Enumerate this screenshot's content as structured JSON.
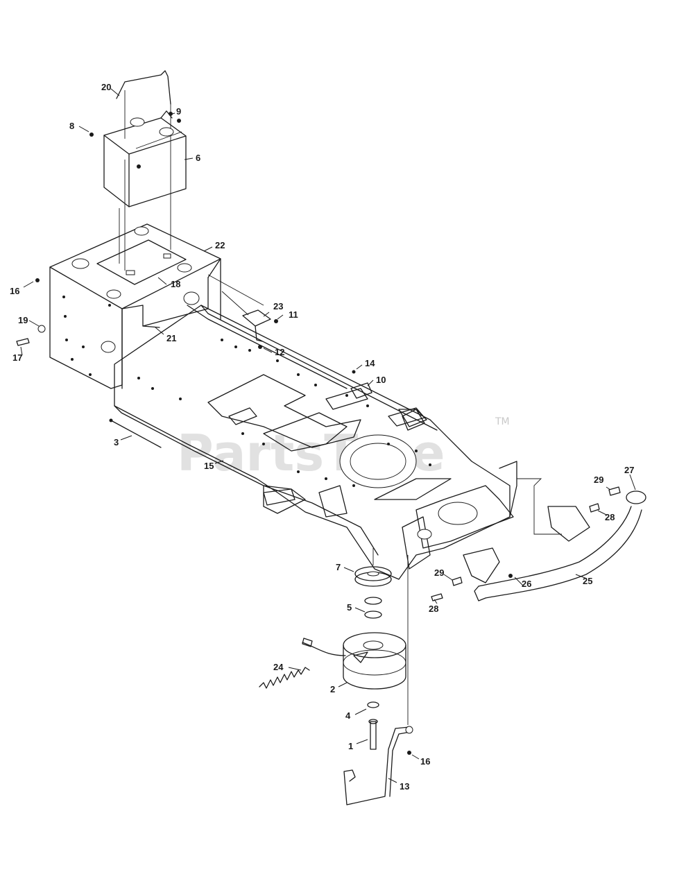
{
  "watermark": {
    "text": "PartsTree",
    "trademark": "TM"
  },
  "callouts": {
    "c1": "1",
    "c2": "2",
    "c3": "3",
    "c4": "4",
    "c5": "5",
    "c6": "6",
    "c7": "7",
    "c8": "8",
    "c9": "9",
    "c10": "10",
    "c11": "11",
    "c12": "12",
    "c13": "13",
    "c14": "14",
    "c15": "15",
    "c16a": "16",
    "c16b": "16",
    "c17": "17",
    "c18": "18",
    "c19": "19",
    "c20": "20",
    "c21": "21",
    "c22": "22",
    "c23": "23",
    "c24": "24",
    "c25": "25",
    "c26": "26",
    "c27": "27",
    "c28a": "28",
    "c28b": "28",
    "c29a": "29",
    "c29b": "29"
  }
}
